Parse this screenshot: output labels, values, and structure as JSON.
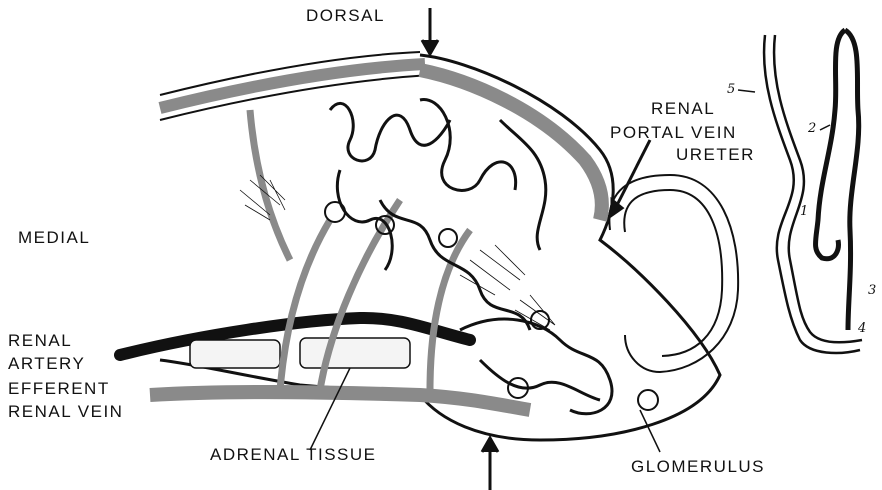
{
  "labels": {
    "dorsal": "DORSAL",
    "medial": "MEDIAL",
    "renal_portal_vein_1": "RENAL",
    "renal_portal_vein_2": "PORTAL VEIN",
    "ureter": "URETER",
    "renal_artery_1": "RENAL",
    "renal_artery_2": "ARTERY",
    "efferent_renal_vein_1": "EFFERENT",
    "efferent_renal_vein_2": "RENAL VEIN",
    "adrenal_tissue": "ADRENAL TISSUE",
    "glomerulus": "GLOMERULUS"
  },
  "tubule_numbers": {
    "n1": "1",
    "n2": "2",
    "n3": "3",
    "n4": "4",
    "n5": "5"
  },
  "colors": {
    "ink": "#111111",
    "vessel_gray": "#8a8a8a",
    "background": "#ffffff"
  }
}
